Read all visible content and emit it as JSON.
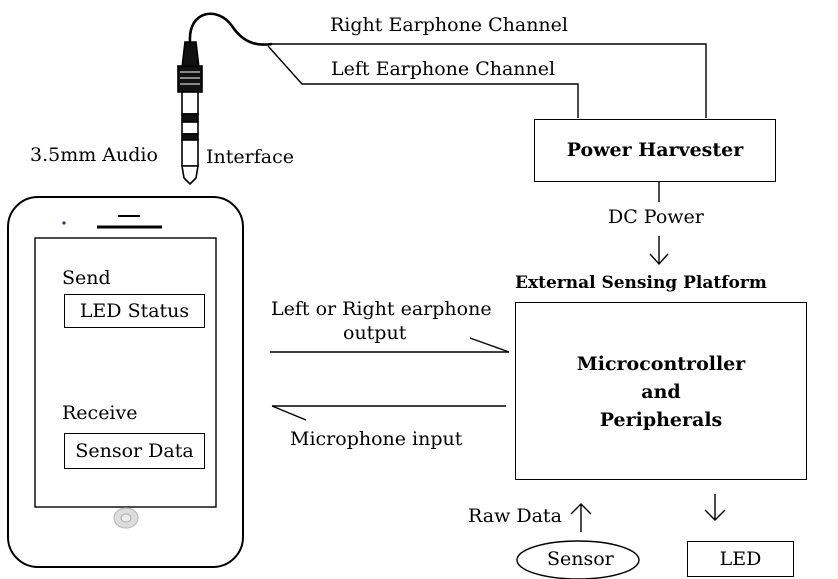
{
  "labels": {
    "right_channel": "Right Earphone Channel",
    "left_channel": "Left Earphone Channel",
    "audio_left": "3.5mm Audio",
    "audio_right": "Interface",
    "power_harvester": "Power Harvester",
    "dc_power": "DC Power",
    "platform_title": "External Sensing Platform",
    "mcu_line1": "Microcontroller",
    "mcu_line2": "and",
    "mcu_line3": "Peripherals",
    "earphone_out_line1": "Left or Right earphone",
    "earphone_out_line2": "output",
    "mic_input": "Microphone input",
    "raw_data": "Raw Data",
    "sensor": "Sensor",
    "led": "LED"
  },
  "phone": {
    "send_label": "Send",
    "led_status": "LED Status",
    "receive_label": "Receive",
    "sensor_data": "Sensor Data"
  }
}
